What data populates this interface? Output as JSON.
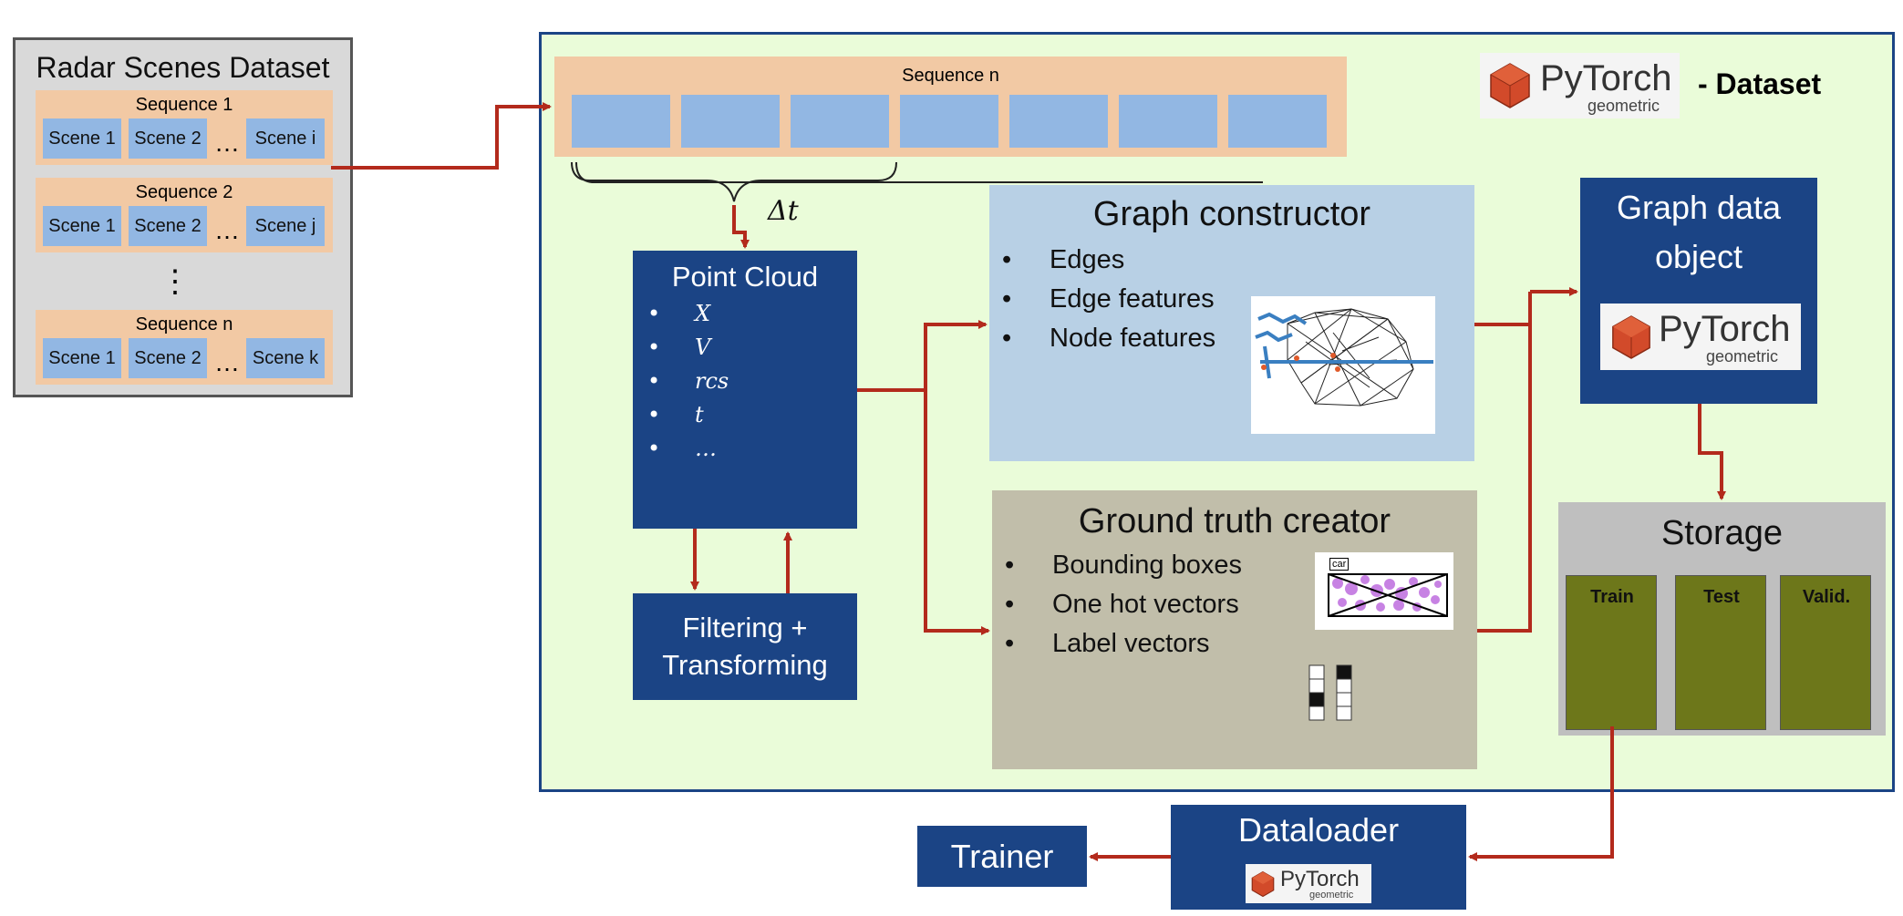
{
  "radar_dataset": {
    "title": "Radar Scenes Dataset",
    "sequences": [
      {
        "label": "Sequence 1",
        "scenes": [
          "Scene 1",
          "Scene 2",
          "Scene i"
        ]
      },
      {
        "label": "Sequence 2",
        "scenes": [
          "Scene 1",
          "Scene 2",
          "Scene j"
        ]
      },
      {
        "label": "Sequence n",
        "scenes": [
          "Scene 1",
          "Scene 2",
          "Scene k"
        ]
      }
    ],
    "ellipsis": "…",
    "vertical_ellipsis": "⋮"
  },
  "dataset_panel": {
    "suffix": "- Dataset",
    "sequence_label": "Sequence n",
    "delta_t": "Δt"
  },
  "pytorch": {
    "name": "PyTorch",
    "sub": "geometric"
  },
  "point_cloud": {
    "title": "Point Cloud",
    "items": [
      "X",
      "V",
      "rcs",
      "t",
      "…"
    ]
  },
  "filtering": {
    "title": "Filtering +\nTransforming"
  },
  "graph_constructor": {
    "title": "Graph constructor",
    "items": [
      "Edges",
      "Edge features",
      "Node features"
    ]
  },
  "ground_truth": {
    "title": "Ground truth creator",
    "items": [
      "Bounding boxes",
      "One hot vectors",
      "Label vectors"
    ],
    "bbox_label": "car"
  },
  "graph_data_object": {
    "title": "Graph data\nobject"
  },
  "storage": {
    "title": "Storage",
    "splits": [
      "Train",
      "Test",
      "Valid."
    ]
  },
  "dataloader": {
    "title": "Dataloader"
  },
  "trainer": {
    "title": "Trainer"
  },
  "colors": {
    "dataset_bg": "#eafcd9",
    "dark_blue": "#1b4485",
    "light_blue": "#b8d0e5",
    "khaki": "#c1beaa",
    "olive": "#6d771a",
    "arrow_red": "#b32a1c",
    "sequence_orange": "#f2c9a4",
    "scene_blue": "#92b7e3"
  }
}
